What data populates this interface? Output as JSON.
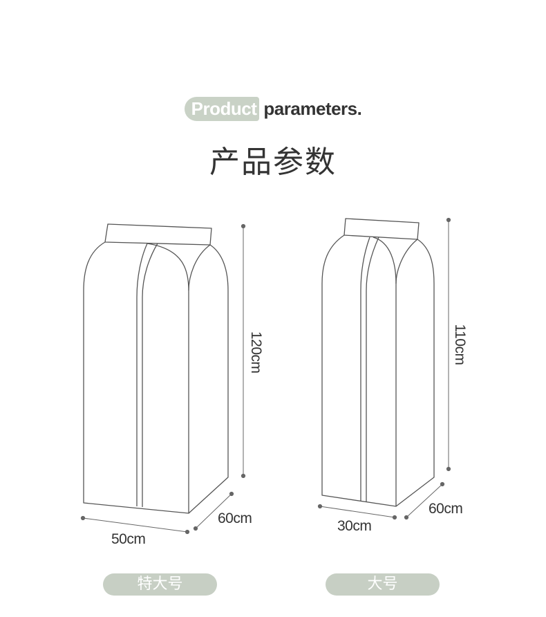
{
  "header": {
    "title_en_highlight": "Product",
    "title_en_rest": "parameters.",
    "title_zh": "产品参数"
  },
  "products": [
    {
      "label": "特大号",
      "height": "120cm",
      "depth": "60cm",
      "width": "50cm"
    },
    {
      "label": "大号",
      "height": "110cm",
      "depth": "60cm",
      "width": "30cm"
    }
  ],
  "colors": {
    "accent": "#c7cfc4",
    "line": "#555555",
    "dot": "#666666"
  }
}
